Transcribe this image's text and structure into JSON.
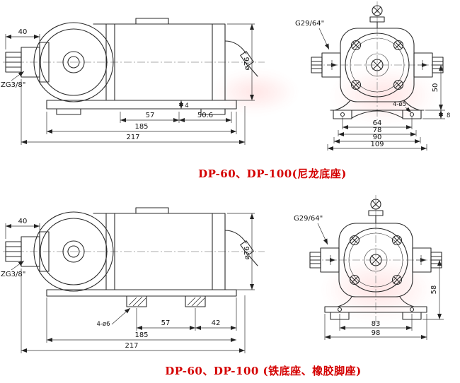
{
  "colors": {
    "caption_red": "#d40000",
    "line": "#2b2b2b"
  },
  "captions": {
    "nylon": "DP-60、DP-100(尼龙底座)",
    "iron": "DP-60、DP-100 (铁底座、橡胶脚座)"
  },
  "side_view_nylon": {
    "dim_40": "40",
    "inlet_thread": "ZG3/8\"",
    "dia_76": "ø76",
    "dim_4": "4",
    "dim_57": "57",
    "dim_50_6": "50.6",
    "dim_185": "185",
    "dim_217": "217"
  },
  "front_view_nylon": {
    "port_thread": "G29/64\"",
    "dim_50": "50",
    "holes_label": "4-ø5",
    "dim_8": "8",
    "dim_64": "64",
    "dim_78": "78",
    "dim_90": "90",
    "dim_109": "109"
  },
  "side_view_iron": {
    "dim_40": "40",
    "inlet_thread": "ZG3/8\"",
    "dia_76": "ø76",
    "holes_label": "4-ø6",
    "dim_57": "57",
    "dim_42": "42",
    "dim_185": "185",
    "dim_217": "217"
  },
  "front_view_iron": {
    "port_thread": "G29/64\"",
    "dim_58": "58",
    "dim_83": "83",
    "dim_98": "98"
  }
}
